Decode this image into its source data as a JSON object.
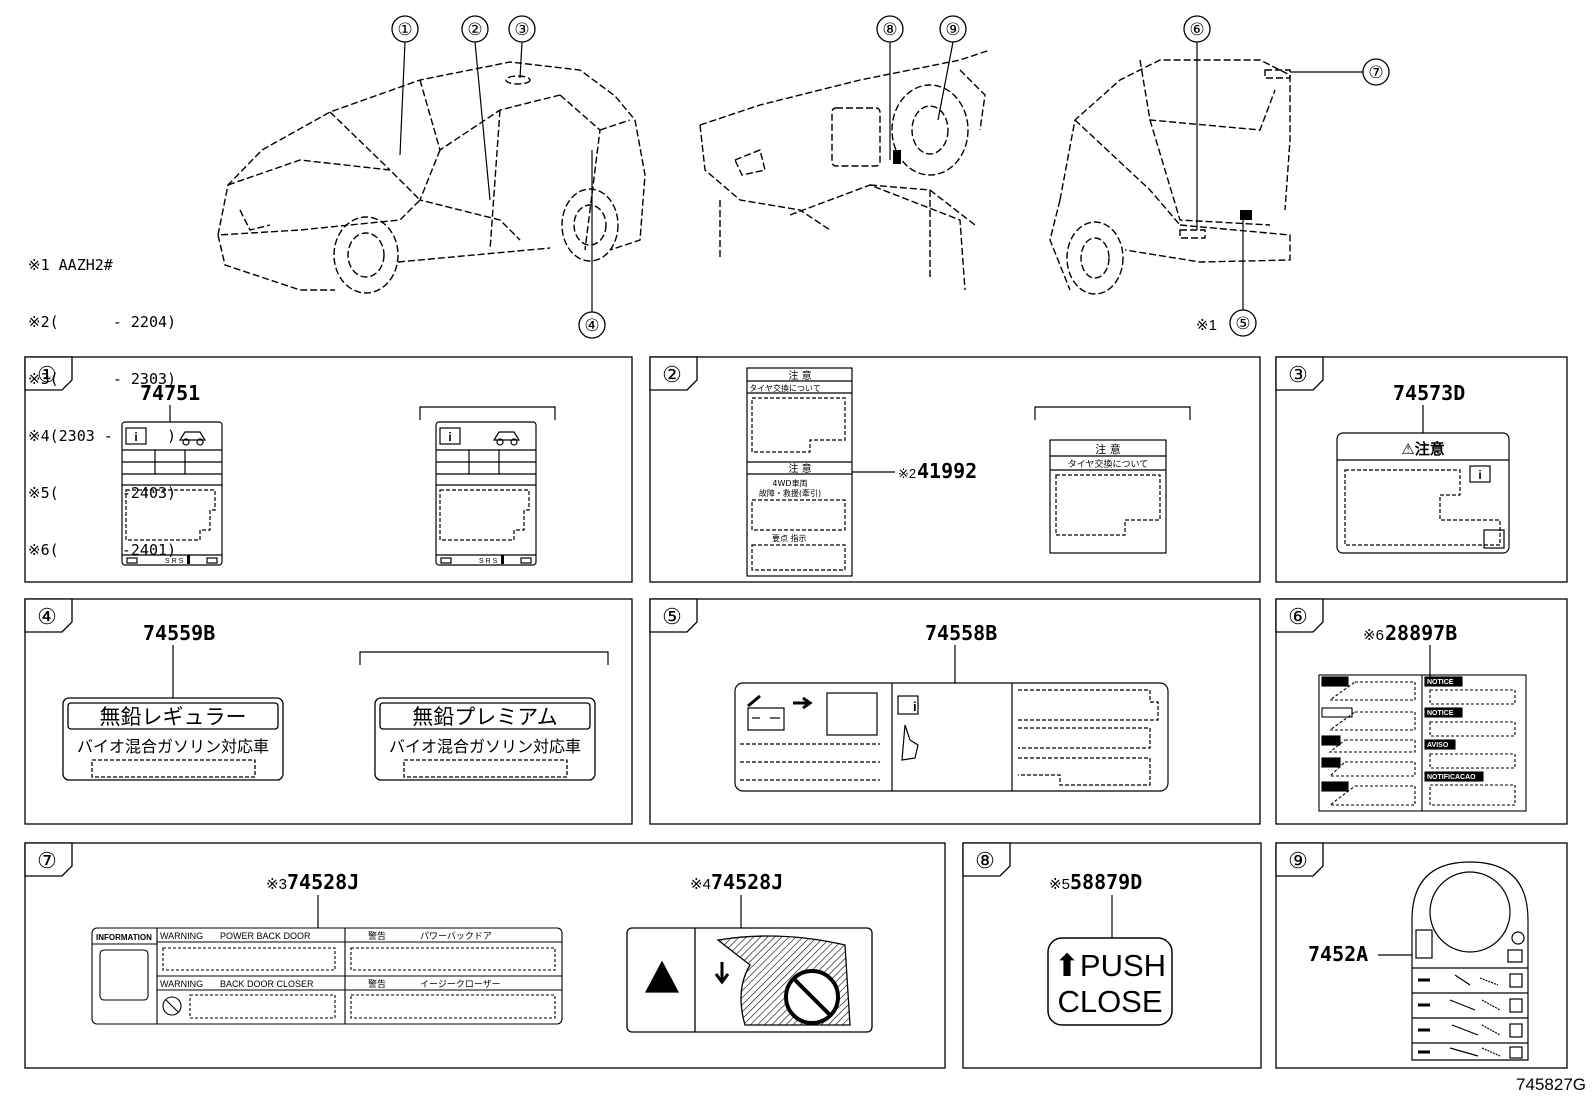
{
  "notes": [
    "※1 AAZH2#",
    "※2(      - 2204)",
    "※3(      - 2303)",
    "※4(2303 -      )",
    "※5(       -2403)",
    "※6(       -2401)"
  ],
  "callouts": {
    "c1": "①",
    "c2": "②",
    "c3": "③",
    "c4": "④",
    "c5": "⑤",
    "c6": "⑥",
    "c7": "⑦",
    "c8": "⑧",
    "c9": "⑨",
    "c5_prefix": "※1"
  },
  "panels": {
    "p1": {
      "num": "①",
      "part": "74751"
    },
    "p2": {
      "num": "②",
      "part": "41992",
      "note": "※2",
      "caution": "注 意",
      "tire": "タイヤ交換について",
      "awd": "4WD車両",
      "awd2": "故障・救援(牽引)",
      "caution2": "注 意",
      "small": "要点 指示"
    },
    "p3": {
      "num": "③",
      "part": "74573D",
      "caution": "⚠注意"
    },
    "p4": {
      "num": "④",
      "part": "74559B",
      "label1_top": "無鉛レギュラー",
      "label1_bot": "バイオ混合ガソリン対応車",
      "label2_top": "無鉛プレミアム",
      "label2_bot": "バイオ混合ガソリン対応車"
    },
    "p5": {
      "num": "⑤",
      "part": "74558B"
    },
    "p6": {
      "num": "⑥",
      "part": "28897B",
      "note": "※6",
      "tags": [
        "NOTICE",
        "NOTICE",
        "AVISO",
        "NOTIFICACAO"
      ]
    },
    "p7": {
      "num": "⑦",
      "part_a": "74528J",
      "note_a": "※3",
      "part_b": "74528J",
      "note_b": "※4",
      "info": "INFORMATION",
      "warn1": "WARNING",
      "warn1_text": "POWER  BACK DOOR",
      "jp1_head": "警告",
      "jp1_text": "パワーバックドア",
      "warn2": "WARNING",
      "warn2_text": "BACK DOOR CLOSER",
      "jp2_head": "警告",
      "jp2_text": "イージークローザー"
    },
    "p8": {
      "num": "⑧",
      "part": "58879D",
      "note": "※5",
      "line1": "⬆PUSH",
      "line2": "CLOSE"
    },
    "p9": {
      "num": "⑨",
      "part": "7452A"
    }
  },
  "figure_id": "745827G"
}
